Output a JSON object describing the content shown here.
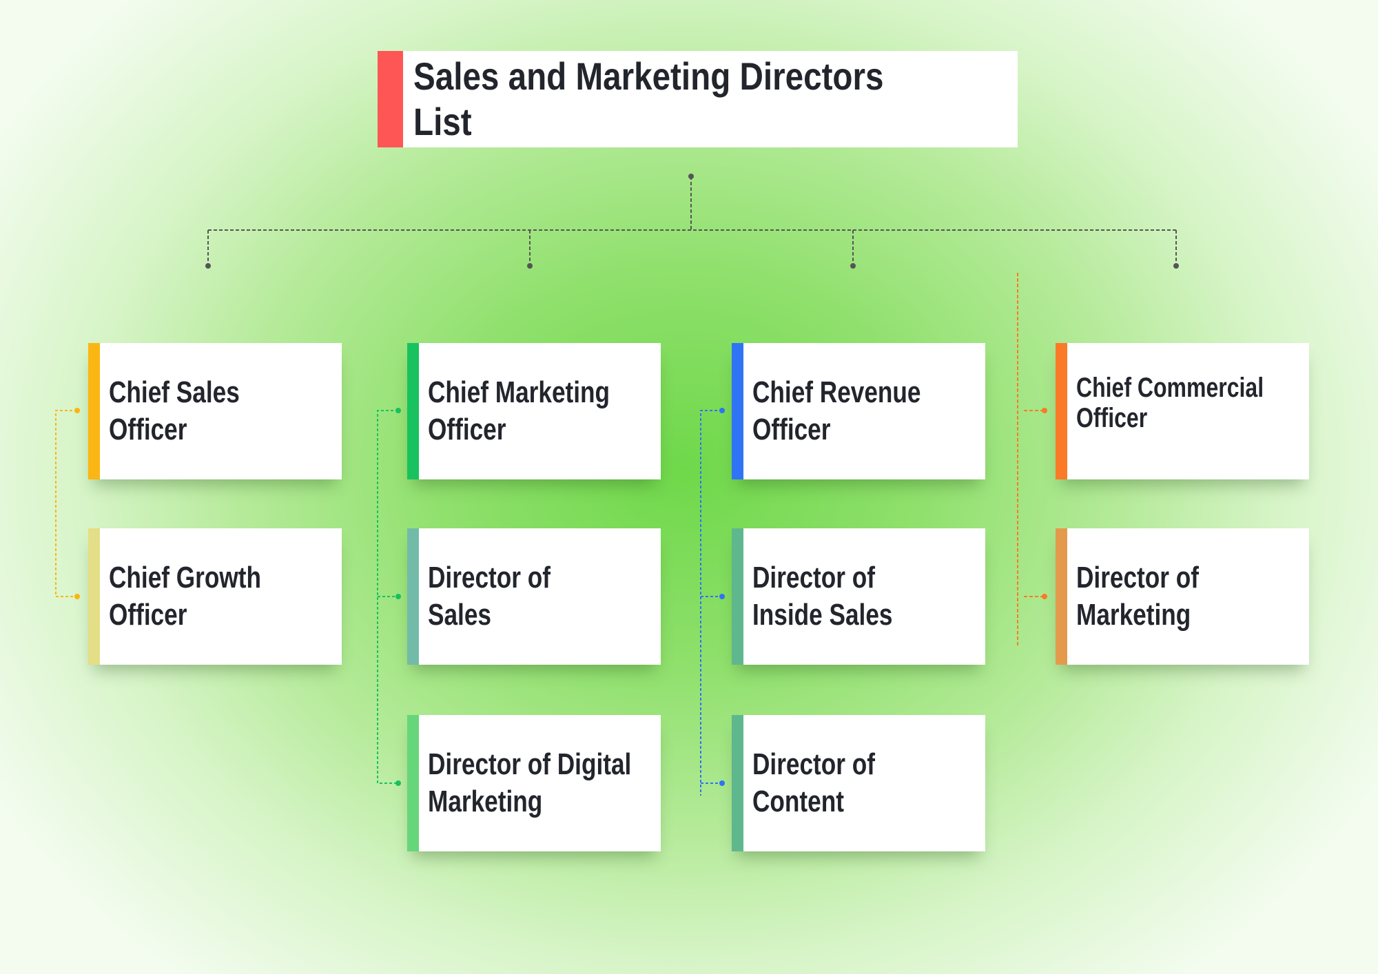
{
  "title": "Sales and Marketing Directors\nList",
  "colors": {
    "title": "#fd5655",
    "col1": "#fbb613",
    "col2": "#18c25e",
    "col3": "#2f74f5",
    "col4": "#fb7a27"
  },
  "columns": [
    {
      "items": [
        {
          "label": "Chief Sales\nOfficer",
          "color": "#fbb613"
        },
        {
          "label": "Chief Growth\nOfficer",
          "color": "#e4de86"
        }
      ]
    },
    {
      "items": [
        {
          "label": "Chief Marketing\nOfficer",
          "color": "#18c25e"
        },
        {
          "label": "Director of\nSales",
          "color": "#72bba8"
        },
        {
          "label": "Director of Digital\nMarketing",
          "color": "#66d67a"
        }
      ]
    },
    {
      "items": [
        {
          "label": "Chief Revenue\nOfficer",
          "color": "#2f74f5"
        },
        {
          "label": "Director of\nInside Sales",
          "color": "#5fb78e"
        },
        {
          "label": "Director of\nContent",
          "color": "#5fb78e"
        }
      ]
    },
    {
      "items": [
        {
          "label": "Chief Commercial\nOfficer",
          "color": "#fb7a27"
        },
        {
          "label": "Director of\nMarketing",
          "color": "#e49a4c"
        }
      ]
    }
  ]
}
